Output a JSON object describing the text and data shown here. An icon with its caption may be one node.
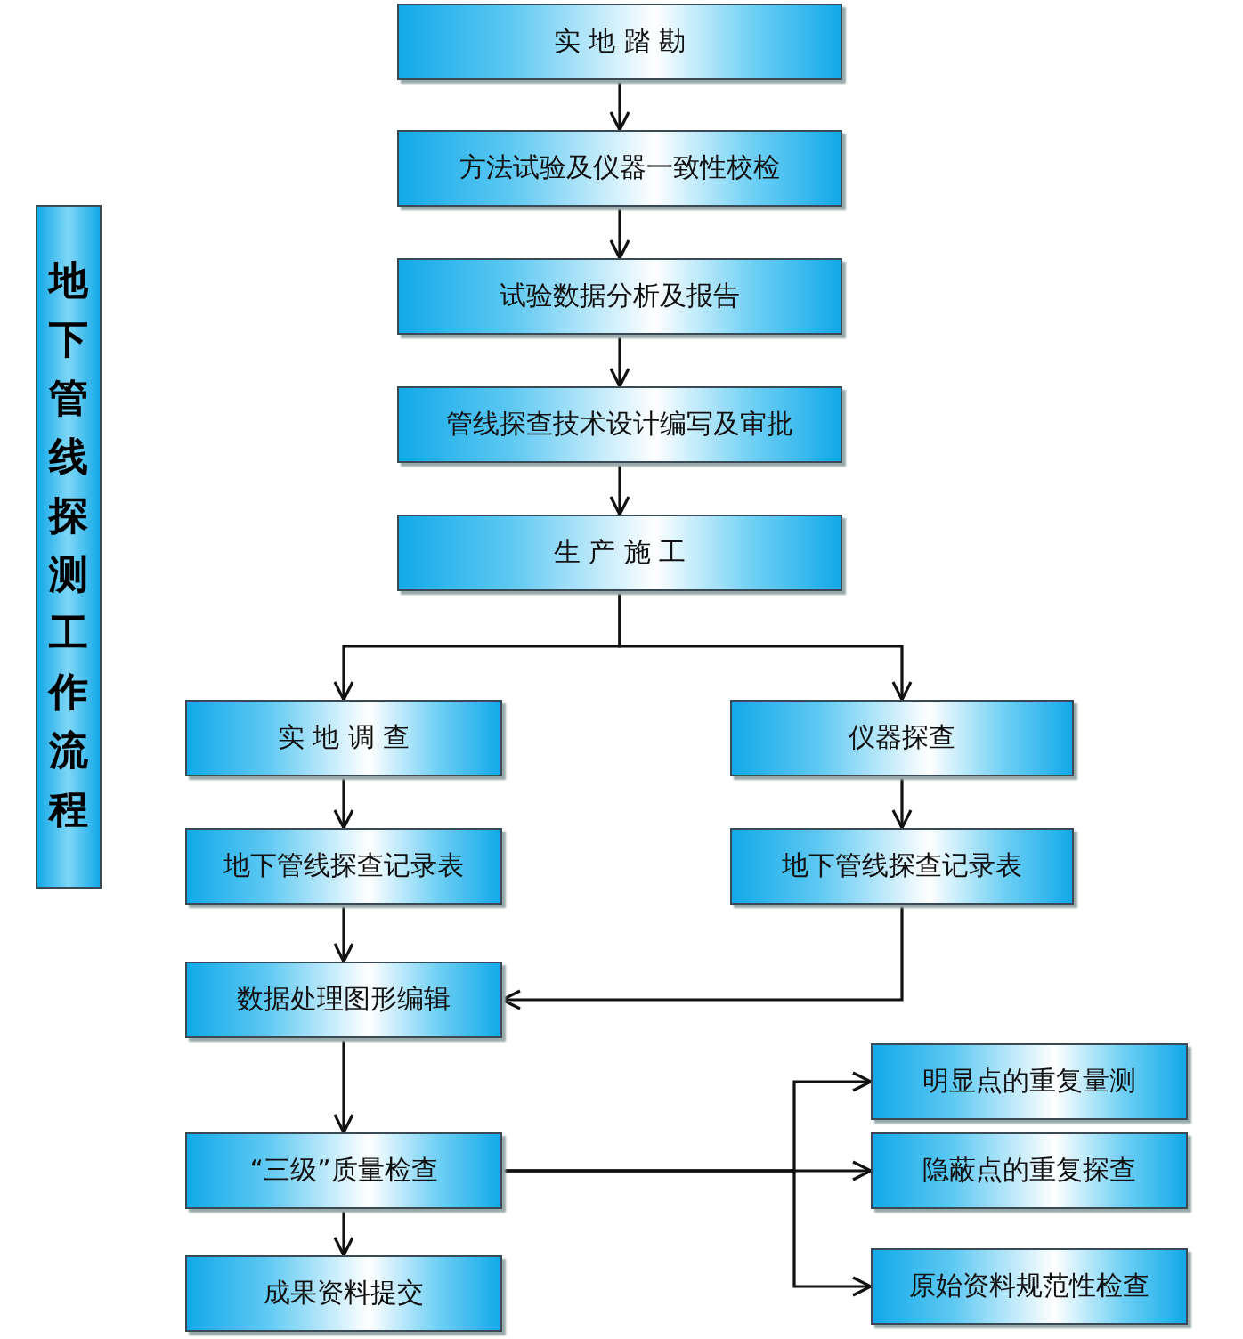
{
  "diagram": {
    "title": "地下管线探测工作流程",
    "nodes": [
      {
        "text": [
          "实 地 踏 勘"
        ]
      },
      {
        "text": [
          "方法试验及仪器一致性校检"
        ]
      },
      {
        "text": [
          "试验数据分析及报告"
        ]
      },
      {
        "text": [
          "管线探查技术设计编写及审批"
        ]
      },
      {
        "text": [
          "生 产 施 工"
        ]
      },
      {
        "text": [
          "实 地 调 查"
        ]
      },
      {
        "text": [
          "仪器探查"
        ]
      },
      {
        "text": [
          "地下管线探查记录表"
        ]
      },
      {
        "text": [
          "地下管线探查记录表"
        ]
      },
      {
        "text": [
          "数据处理图形编辑"
        ]
      },
      {
        "text": [
          "“三级”质量检查"
        ]
      },
      {
        "text": [
          "成果资料提交"
        ]
      },
      {
        "text": [
          "明显点的重复量测"
        ]
      },
      {
        "text": [
          "隐蔽点的重复探查"
        ]
      },
      {
        "text": [
          "原始资料规范性检查"
        ]
      }
    ],
    "edges": [
      {
        "from": 0,
        "to": 1,
        "arrow": "to"
      },
      {
        "from": 1,
        "to": 2,
        "arrow": "to"
      },
      {
        "from": 2,
        "to": 3,
        "arrow": "to"
      },
      {
        "from": 3,
        "to": 4,
        "arrow": "to"
      },
      {
        "from": 4,
        "to": 5,
        "arrow": "to"
      },
      {
        "from": 4,
        "to": 6,
        "arrow": "to"
      },
      {
        "from": 5,
        "to": 7,
        "arrow": "to"
      },
      {
        "from": 6,
        "to": 8,
        "arrow": "to"
      },
      {
        "from": 7,
        "to": 9,
        "arrow": "to"
      },
      {
        "from": 8,
        "to": 9,
        "arrow": "to"
      },
      {
        "from": 9,
        "to": 10,
        "arrow": "to"
      },
      {
        "from": 10,
        "to": 11,
        "arrow": "to"
      },
      {
        "from": 10,
        "to": 12,
        "arrow": "to"
      },
      {
        "from": 10,
        "to": 13,
        "arrow": "to"
      },
      {
        "from": 10,
        "to": 14,
        "arrow": "to"
      }
    ]
  }
}
